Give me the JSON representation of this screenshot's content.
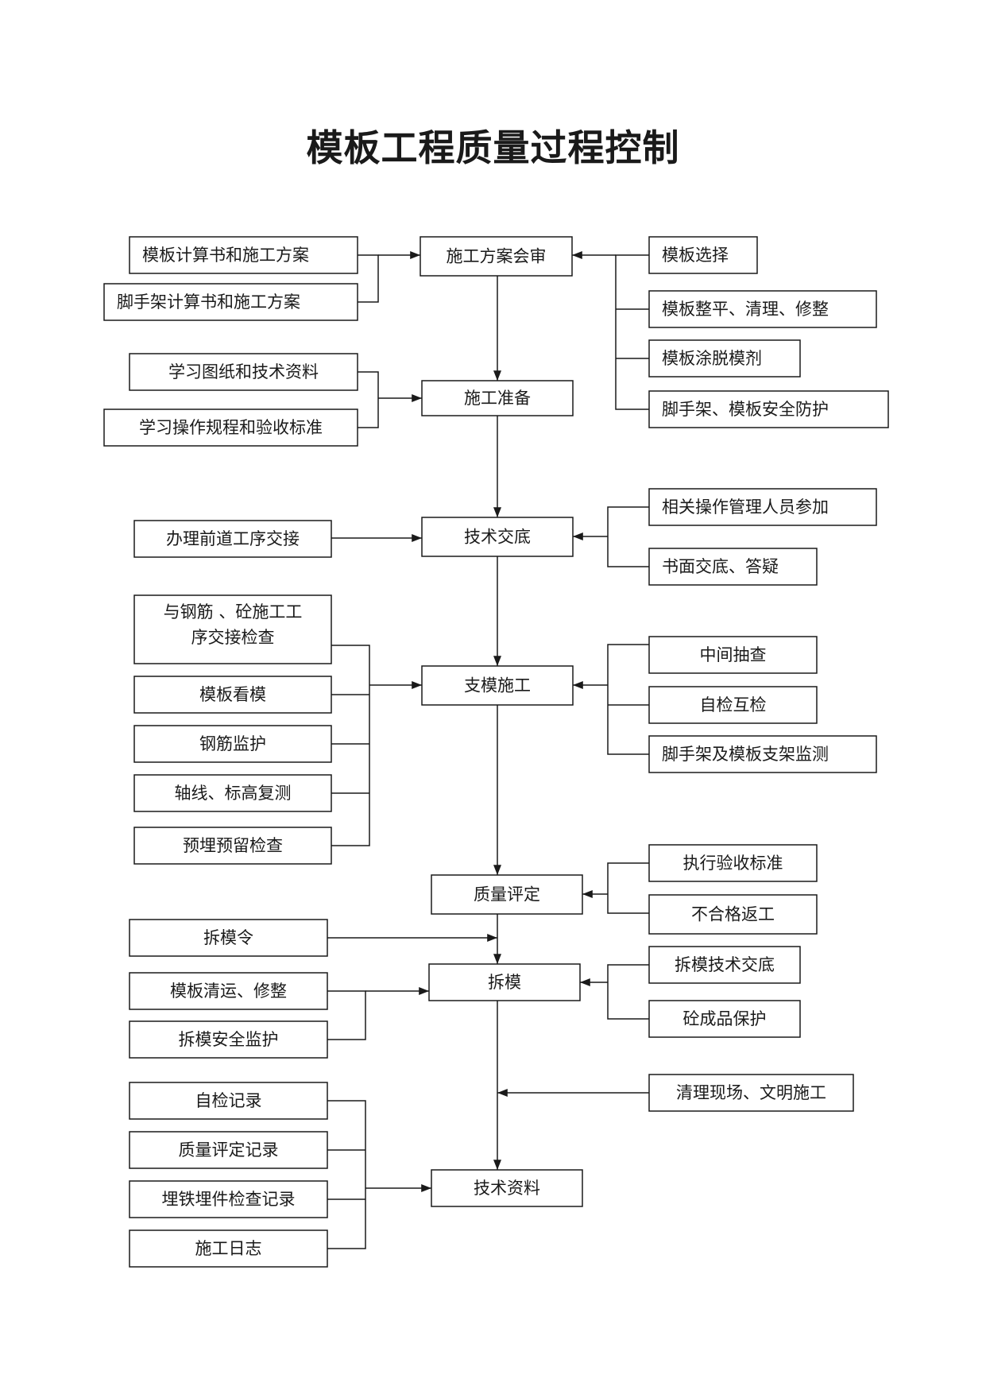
{
  "title": "模板工程质量过程控制",
  "nodes": [
    {
      "id": "plan-review",
      "label": "施工方案会审"
    },
    {
      "id": "formwork-calc-plan",
      "label": "模板计算书和施工方案"
    },
    {
      "id": "scaffold-calc-plan",
      "label": "脚手架计算书和施工方案"
    },
    {
      "id": "formwork-selection",
      "label": "模板选择"
    },
    {
      "id": "formwork-leveling",
      "label": "模板整平、清理、修整"
    },
    {
      "id": "release-agent",
      "label": "模板涂脱模剂"
    },
    {
      "id": "safety-protection",
      "label": "脚手架、模板安全防护"
    },
    {
      "id": "construction-prep",
      "label": "施工准备"
    },
    {
      "id": "study-drawings",
      "label": "学习图纸和技术资料"
    },
    {
      "id": "study-procedures",
      "label": "学习操作规程和验收标准"
    },
    {
      "id": "tech-briefing",
      "label": "技术交底"
    },
    {
      "id": "handover-previous",
      "label": "办理前道工序交接"
    },
    {
      "id": "staff-participate",
      "label": "相关操作管理人员参加"
    },
    {
      "id": "written-briefing",
      "label": "书面交底、答疑"
    },
    {
      "id": "formwork-erection",
      "label": "支模施工"
    },
    {
      "id": "rebar-concrete-handover",
      "label": "与钢筋 、砼施工工序交接检查"
    },
    {
      "id": "formwork-inspection",
      "label": "模板看模"
    },
    {
      "id": "rebar-supervision",
      "label": "钢筋监护"
    },
    {
      "id": "axis-elevation-check",
      "label": "轴线、标高复测"
    },
    {
      "id": "embedded-check",
      "label": "预埋预留检查"
    },
    {
      "id": "spot-check",
      "label": "中间抽查"
    },
    {
      "id": "self-mutual-check",
      "label": "自检互检"
    },
    {
      "id": "support-monitoring",
      "label": "脚手架及模板支架监测"
    },
    {
      "id": "quality-assessment",
      "label": "质量评定"
    },
    {
      "id": "acceptance-standard",
      "label": "执行验收标准"
    },
    {
      "id": "rework",
      "label": "不合格返工"
    },
    {
      "id": "removal-order",
      "label": "拆模令"
    },
    {
      "id": "formwork-removal",
      "label": "拆模"
    },
    {
      "id": "cleanup-repair",
      "label": "模板清运、修整"
    },
    {
      "id": "removal-safety",
      "label": "拆模安全监护"
    },
    {
      "id": "removal-briefing",
      "label": "拆模技术交底"
    },
    {
      "id": "product-protection",
      "label": "砼成品保护"
    },
    {
      "id": "site-cleanup",
      "label": "清理现场、文明施工"
    },
    {
      "id": "tech-docs",
      "label": "技术资料"
    },
    {
      "id": "self-check-record",
      "label": "自检记录"
    },
    {
      "id": "assessment-record",
      "label": "质量评定记录"
    },
    {
      "id": "embedded-record",
      "label": "埋铁埋件检查记录"
    },
    {
      "id": "construction-log",
      "label": "施工日志"
    }
  ]
}
